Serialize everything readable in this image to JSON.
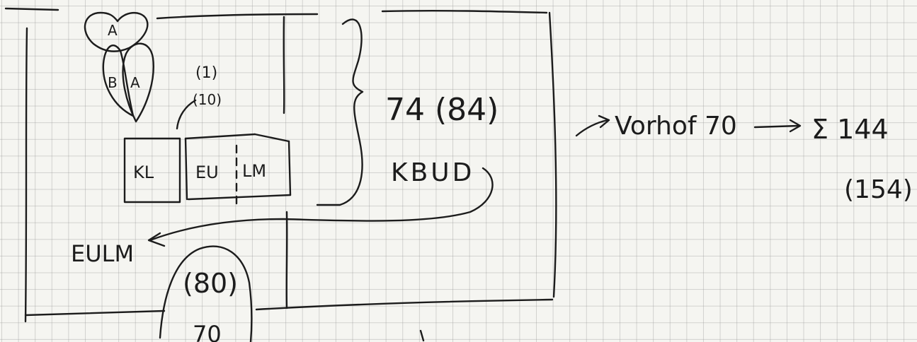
{
  "labels": {
    "leaf_top": "A",
    "leaf_left": "B",
    "leaf_right": "A",
    "box_left": "KL",
    "box_mid_left": "EU",
    "box_mid_right": "LM",
    "mark_upper": "(1)",
    "mark_lower": "(10)",
    "count_main": "74 (84)",
    "code_main": "KBUD",
    "target_left": "EULM",
    "arch_upper": "(80)",
    "arch_lower": "70",
    "flow_label": "Vorhof 70",
    "flow_total": "Σ 144",
    "flow_total_alt": "(154)"
  }
}
